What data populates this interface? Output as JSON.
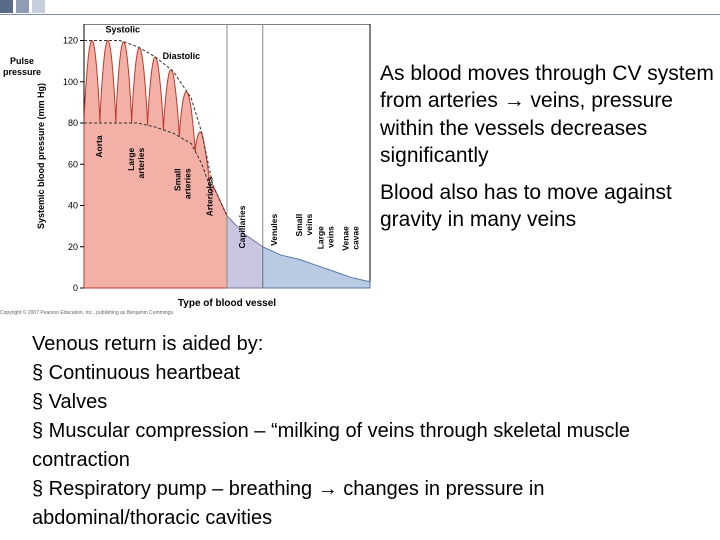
{
  "colors": {
    "deco_squares": [
      "#5a6b8a",
      "#8f9cb4",
      "#c6cedc"
    ],
    "arterial_fill": "#f2b0a6",
    "arterial_line": "#c0392b",
    "capillary_fill": "#c8c6e0",
    "venous_fill": "#b8cbe3",
    "divider": "#888888"
  },
  "bullets": [
    "As blood moves through CV system from arteries → veins, pressure within the vessels decreases significantly",
    "Blood also has to move against gravity in many veins"
  ],
  "lower": {
    "intro": "Venous return is aided by:",
    "items": [
      "§ Continuous heartbeat",
      "§ Valves",
      "§ Muscular compression – “milking of veins through skeletal muscle contraction",
      "§ Respiratory pump – breathing → changes in pressure in abdominal/thoracic cavities"
    ]
  },
  "caption": "Copyright © 2007 Pearson Education, Inc., publishing as Benjamin Cummings.",
  "chart_data": {
    "type": "area",
    "xlabel": "Type of blood vessel",
    "ylabel": "Systemic blood pressure (mm Hg)",
    "axis_title": "Pulse pressure",
    "yticks": [
      0,
      20,
      40,
      60,
      80,
      100,
      120
    ],
    "ylim": [
      0,
      128
    ],
    "annotations": [
      "Systolic",
      "Diastolic"
    ],
    "categories": [
      "Aorta",
      "Large arteries",
      "Small arteries",
      "Arterioles",
      "Capillaries",
      "Venules",
      "Small veins",
      "Large veins",
      "Venae cavae"
    ],
    "series": [
      {
        "name": "Systolic",
        "x": [
          0,
          0.5,
          1,
          1.5,
          2,
          2.5,
          3,
          3.3,
          3.6,
          4.0,
          4.5,
          5.0,
          5.5,
          6.0,
          6.5,
          7.0,
          7.5,
          8.0
        ],
        "values": [
          120,
          120,
          120,
          117,
          112,
          105,
          92,
          75,
          50,
          35,
          26,
          20,
          16,
          14,
          11,
          8,
          5,
          3
        ]
      },
      {
        "name": "Diastolic",
        "x": [
          0,
          0.5,
          1,
          1.5,
          2,
          2.5,
          3,
          3.3,
          3.6
        ],
        "values": [
          80,
          80,
          80,
          80,
          78,
          75,
          70,
          60,
          45
        ]
      }
    ]
  }
}
